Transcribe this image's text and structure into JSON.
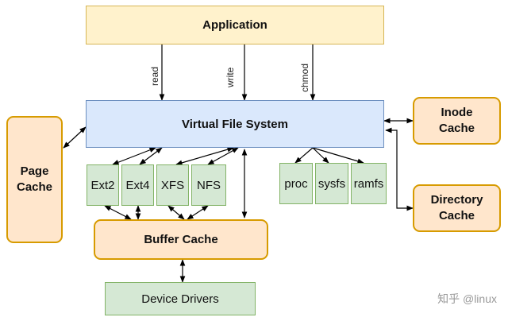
{
  "diagram": {
    "application": "Application",
    "syscalls": [
      "read",
      "write",
      "chmod"
    ],
    "vfs": "Virtual File System",
    "page_cache": "Page\nCache",
    "inode_cache": "Inode\nCache",
    "directory_cache": "Directory\nCache",
    "filesystems": [
      "Ext2",
      "Ext4",
      "XFS",
      "NFS"
    ],
    "pseudo_filesystems": [
      "proc",
      "sysfs",
      "ramfs"
    ],
    "buffer_cache": "Buffer Cache",
    "device_drivers": "Device Drivers"
  },
  "watermark": "知乎 @linux",
  "colors": {
    "yellow_fill": "#fff2cc",
    "blue_fill": "#dae8fc",
    "orange_fill": "#ffe6cc",
    "green_fill": "#d5e8d4",
    "arrow": "#000000"
  }
}
